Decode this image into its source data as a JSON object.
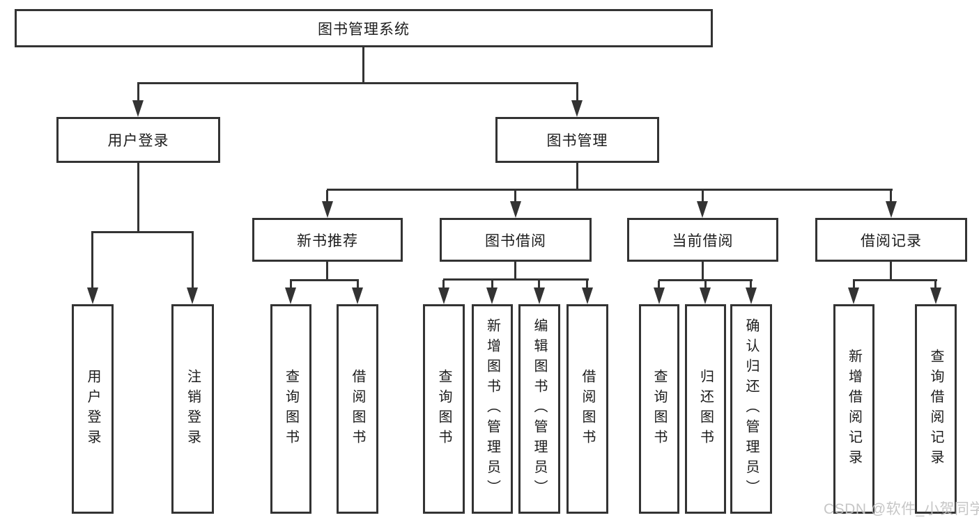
{
  "diagram": {
    "root": {
      "label": "图书管理系统"
    },
    "branches": [
      {
        "label": "用户登录",
        "leaves": [
          {
            "label": "用户登录"
          },
          {
            "label": "注销登录"
          }
        ]
      },
      {
        "label": "图书管理",
        "groups": [
          {
            "label": "新书推荐",
            "leaves": [
              {
                "label": "查询图书"
              },
              {
                "label": "借阅图书"
              }
            ]
          },
          {
            "label": "图书借阅",
            "leaves": [
              {
                "label": "查询图书"
              },
              {
                "label": "新增图书（管理员）"
              },
              {
                "label": "编辑图书（管理员）"
              },
              {
                "label": "借阅图书"
              }
            ]
          },
          {
            "label": "当前借阅",
            "leaves": [
              {
                "label": "查询图书"
              },
              {
                "label": "归还图书"
              },
              {
                "label": "确认归还（管理员）"
              }
            ]
          },
          {
            "label": "借阅记录",
            "leaves": [
              {
                "label": "新增借阅记录"
              },
              {
                "label": "查询借阅记录"
              }
            ]
          }
        ]
      }
    ]
  },
  "watermark": {
    "text": "CSDN @软件_小贺同学"
  },
  "colors": {
    "line": "#333333",
    "text": "#1c1c1c",
    "background": "#ffffff",
    "watermark": "#c1c1c1"
  }
}
